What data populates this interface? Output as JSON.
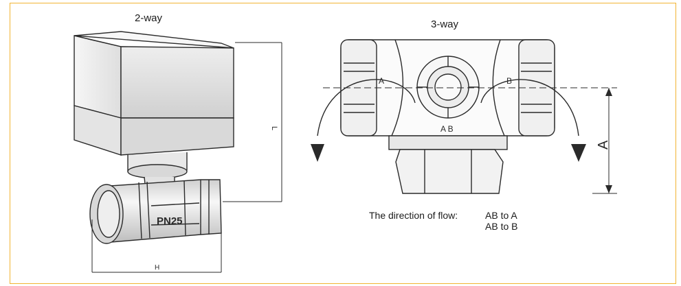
{
  "titles": {
    "two_way": "2-way",
    "three_way": "3-way"
  },
  "two_way_valve": {
    "body_marking": "PN25",
    "dim_length": "L",
    "dim_height": "H"
  },
  "three_way_valve": {
    "port_a": "A",
    "port_b": "B",
    "port_ab": "A B",
    "dim_a": "A"
  },
  "flow": {
    "label": "The direction of flow:",
    "line1": "AB to A",
    "line2": "AB to B"
  },
  "colors": {
    "frame": "#f2b431",
    "line": "#2a2a2a",
    "fill_light": "#f4f4f4",
    "fill_mid": "#dcdcdc"
  }
}
